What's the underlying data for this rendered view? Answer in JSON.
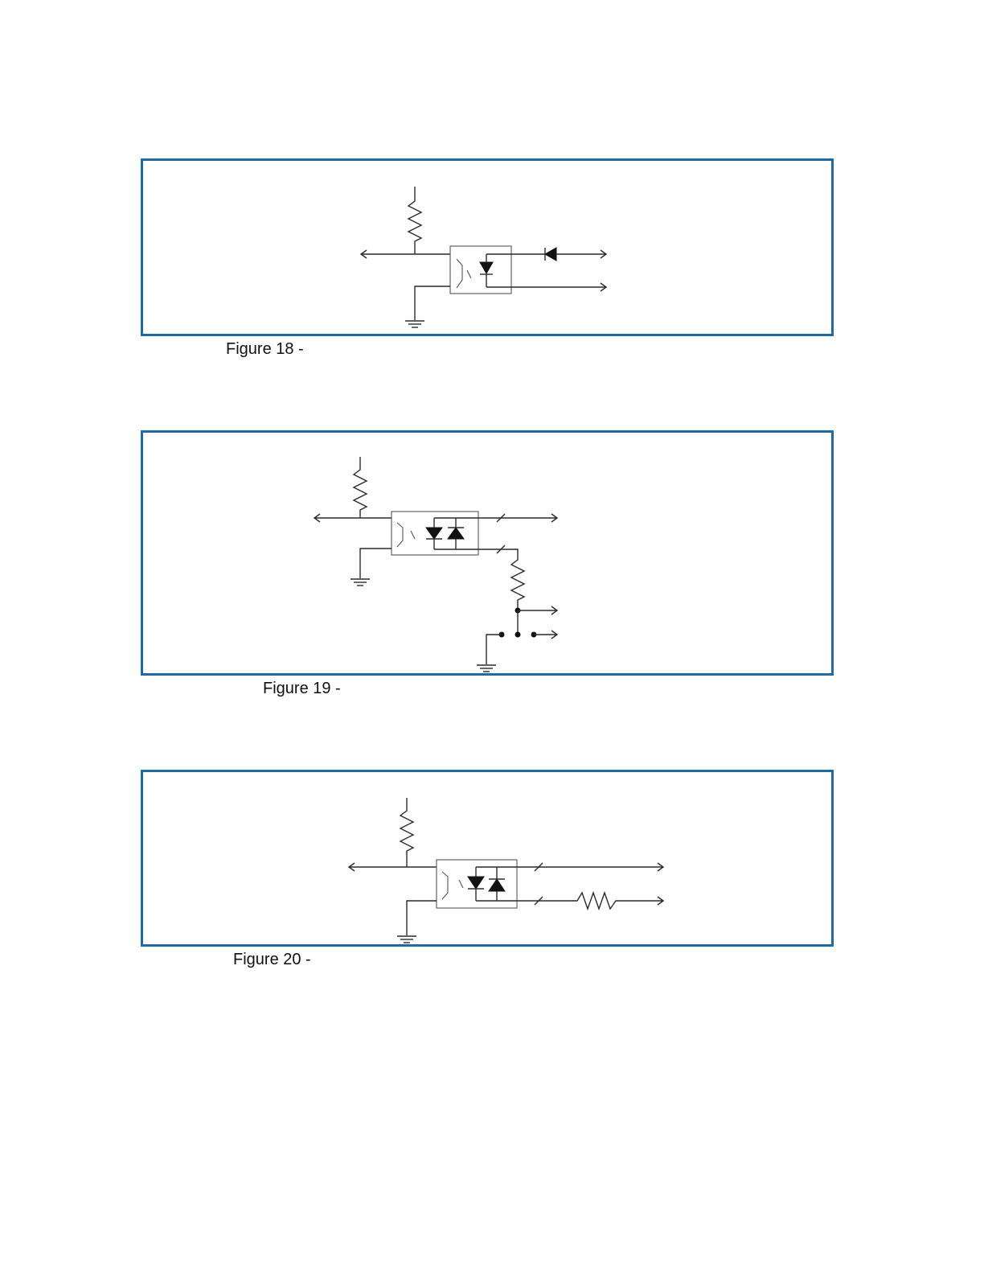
{
  "figures": [
    {
      "caption": "Figure 18 -"
    },
    {
      "caption": "Figure 19 -"
    },
    {
      "caption": "Figure 20 -"
    }
  ],
  "colors": {
    "frame_border": "#1f6aa0",
    "wire": "#2a2a2a"
  }
}
